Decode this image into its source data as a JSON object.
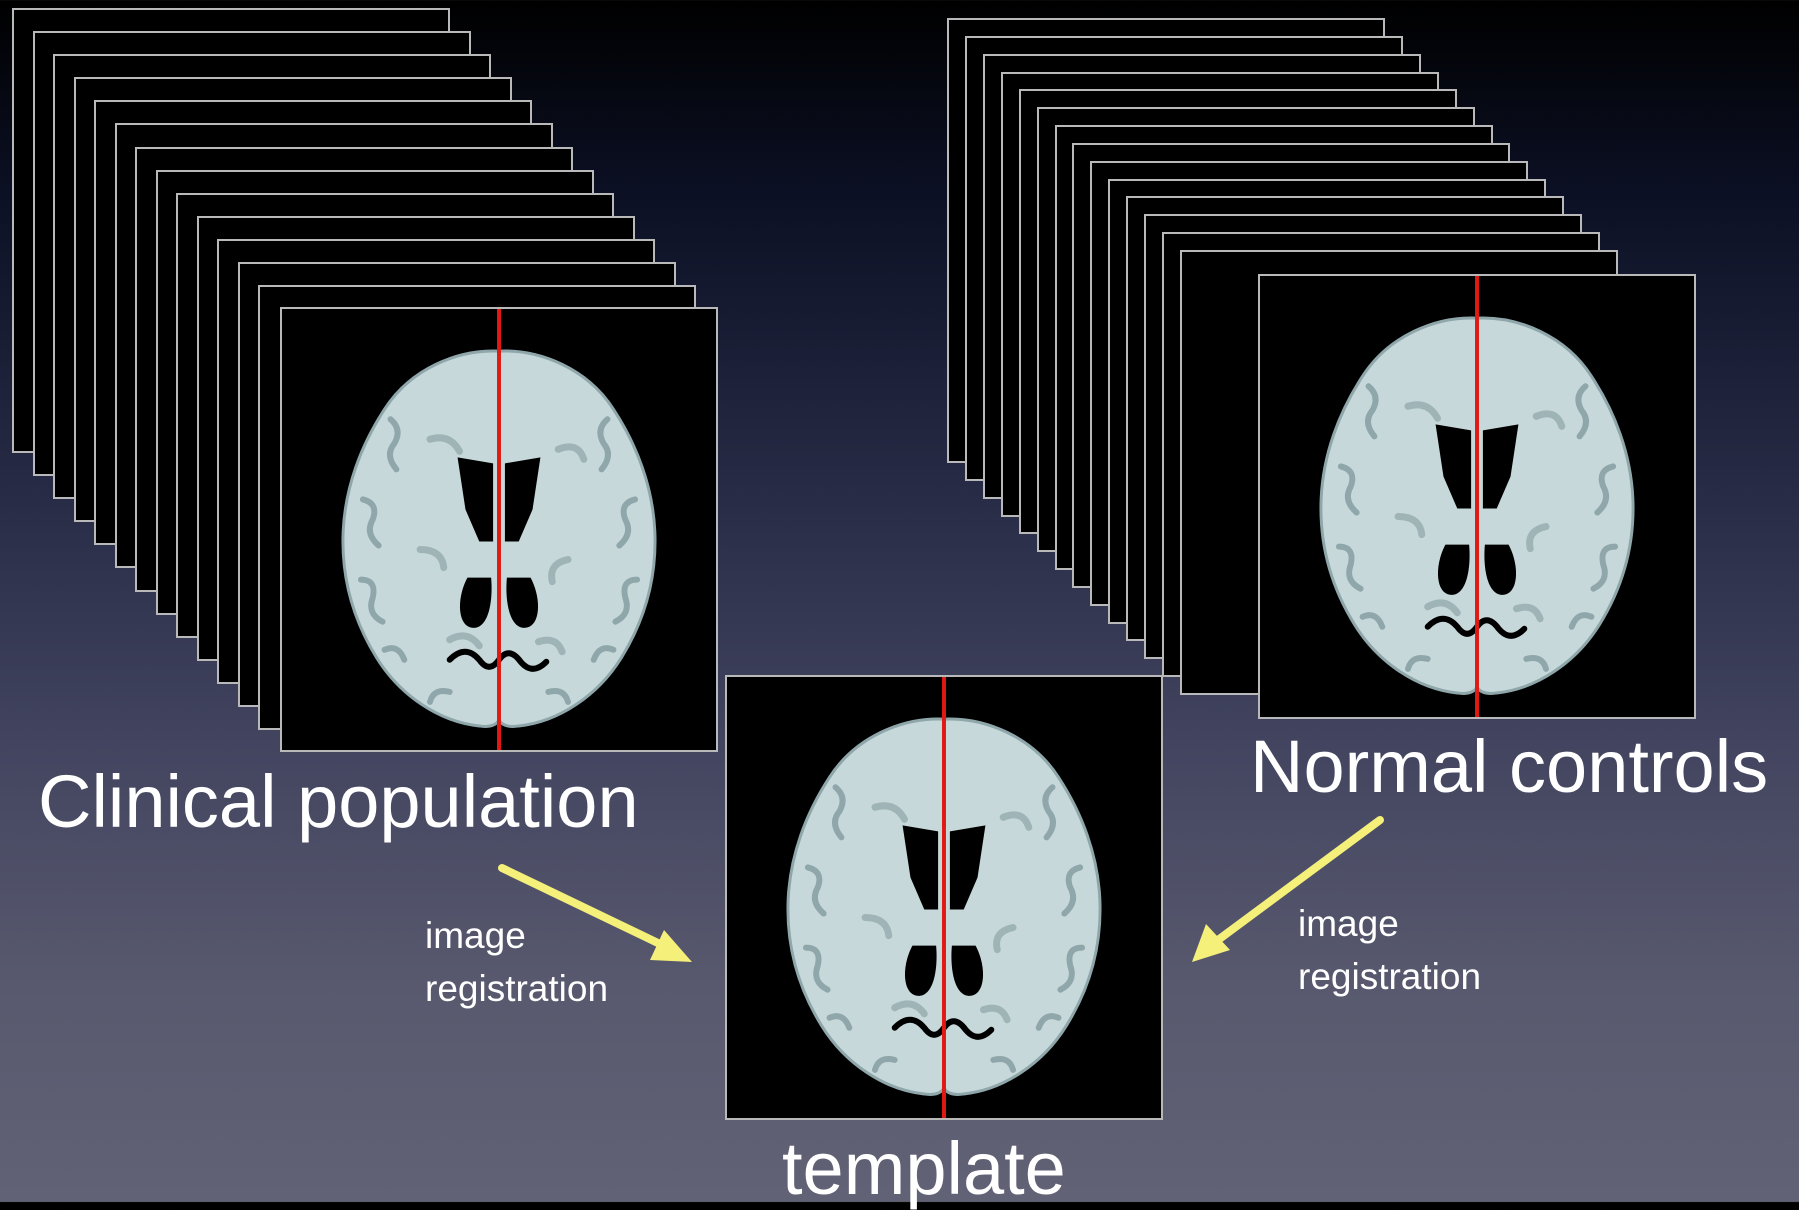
{
  "labels": {
    "clinical": "Clinical population",
    "normal": "Normal controls",
    "template": "template",
    "reg_left_1": "image",
    "reg_left_2": "registration",
    "reg_right_1": "image",
    "reg_right_2": "registration"
  },
  "colors": {
    "brain_fill": "#c6d8d9",
    "midline": "#e01a12",
    "arrow": "#f4f07a"
  },
  "stacks": {
    "clinical_layer_count": 13,
    "normal_layer_count": 14
  }
}
